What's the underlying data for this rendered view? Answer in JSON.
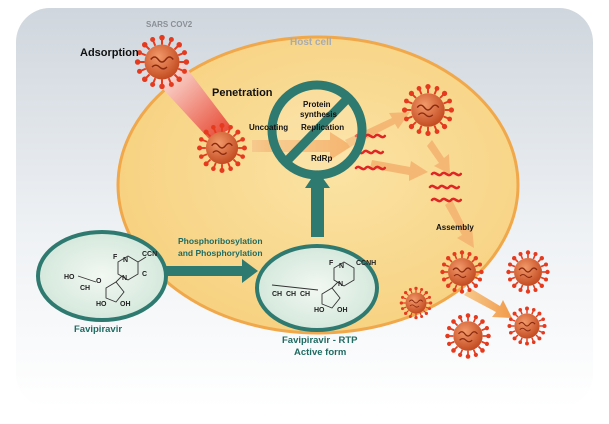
{
  "labels": {
    "sars_cov2": "SARS COV2",
    "host_cell": "Host cell",
    "adsorption": "Adsorption",
    "penetration": "Penetration",
    "uncoating": "Uncoating",
    "replication": "Replication",
    "protein_synthesis_1": "Protein",
    "protein_synthesis_2": "synthesis",
    "rdrp": "RdRp",
    "assembly": "Assembly",
    "phospho_1": "Phosphoribosylation",
    "phospho_2": "and Phosphorylation",
    "favipiravir": "Favipiravir",
    "favipiravir_rtp_1": "Favipiravir - RTP",
    "favipiravir_rtp_2": "Active form"
  },
  "molecule_left": {
    "f": "F",
    "n1": "N",
    "ccn": "CCN",
    "c": "C",
    "ho": "HO",
    "ch": "CH",
    "o": "O",
    "n2": "N",
    "ho2": "HO",
    "oh": "OH"
  },
  "molecule_right": {
    "f": "F",
    "n1": "N",
    "ccnh": "CCNH",
    "ch1": "CH",
    "ch2": "CH",
    "ch3": "CH",
    "ho": "HO",
    "oh": "OH",
    "n2": "N"
  },
  "colors": {
    "cell_fill": "#f8d98e",
    "cell_stroke": "#f0a84a",
    "teal": "#2f7a70",
    "teal_fill": "#dfeee6",
    "virus": "#cf5a2c",
    "virus_spike": "#e63a1f",
    "rna": "#e02525",
    "arrow_orange": "#f2a55a"
  }
}
